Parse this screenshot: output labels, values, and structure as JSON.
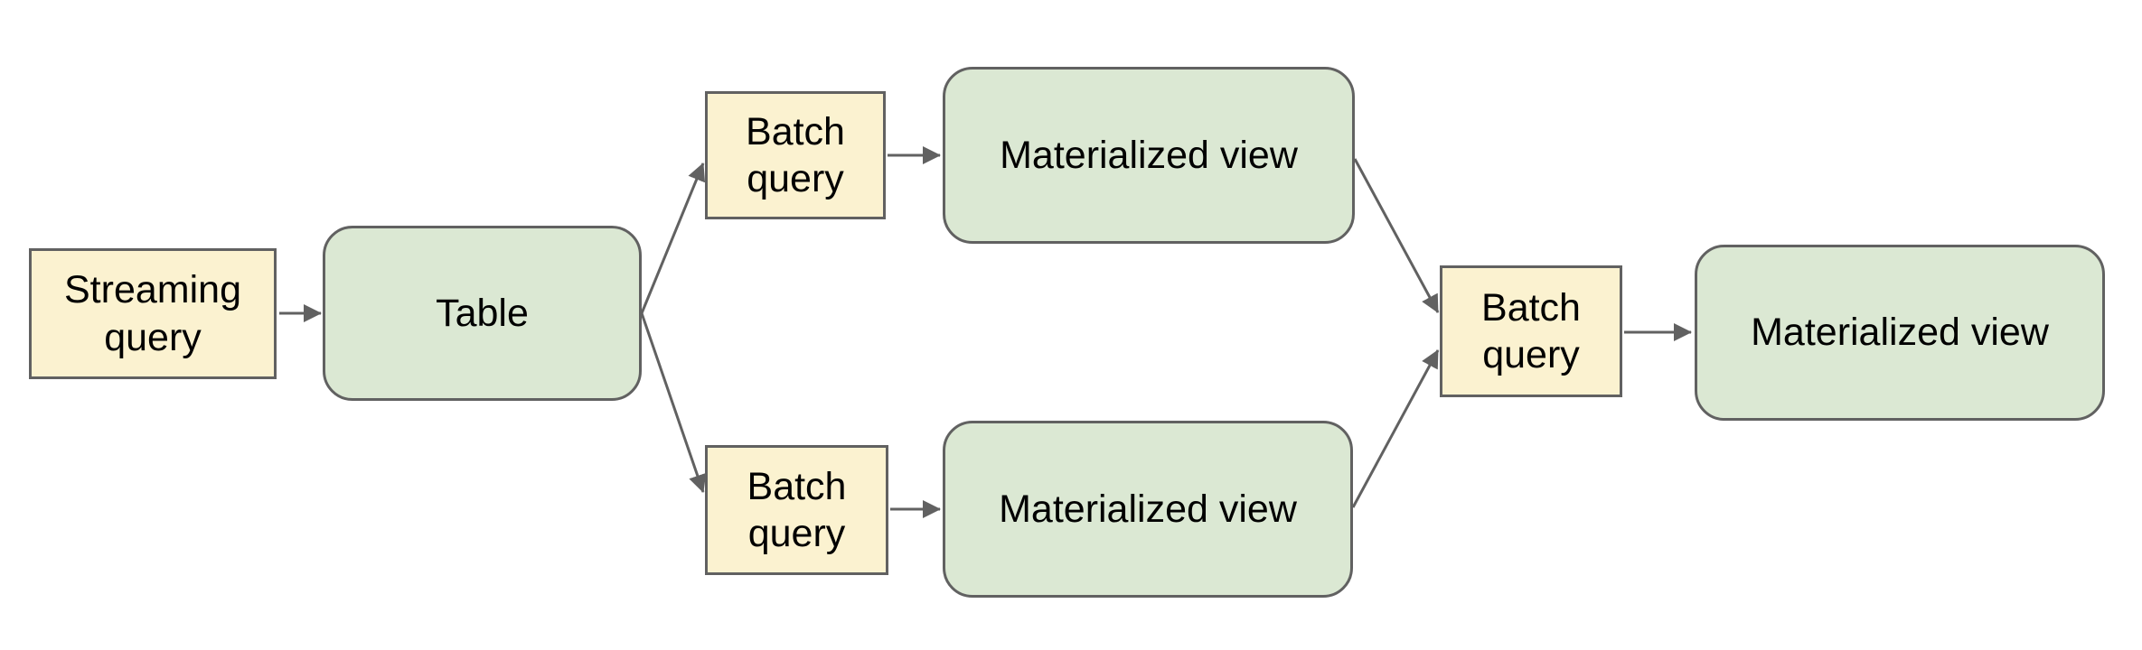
{
  "diagram": {
    "colors": {
      "background": "#ffffff",
      "yellow_fill": "#fbf2d0",
      "green_fill": "#dbe8d3",
      "stroke": "#616161",
      "text": "#000000"
    },
    "nodes": [
      {
        "id": "streaming-query",
        "label": "Streaming query",
        "shape": "rectangle",
        "fill": "yellow"
      },
      {
        "id": "table",
        "label": "Table",
        "shape": "rounded-rectangle",
        "fill": "green"
      },
      {
        "id": "batch-query-top",
        "label": "Batch query",
        "shape": "rectangle",
        "fill": "yellow"
      },
      {
        "id": "materialized-view-top",
        "label": "Materialized view",
        "shape": "rounded-rectangle",
        "fill": "green"
      },
      {
        "id": "batch-query-bottom",
        "label": "Batch query",
        "shape": "rectangle",
        "fill": "yellow"
      },
      {
        "id": "materialized-view-bottom",
        "label": "Materialized view",
        "shape": "rounded-rectangle",
        "fill": "green"
      },
      {
        "id": "batch-query-right",
        "label": "Batch query",
        "shape": "rectangle",
        "fill": "yellow"
      },
      {
        "id": "materialized-view-right",
        "label": "Materialized view",
        "shape": "rounded-rectangle",
        "fill": "green"
      }
    ],
    "edges": [
      {
        "from": "streaming-query",
        "to": "table"
      },
      {
        "from": "table",
        "to": "batch-query-top"
      },
      {
        "from": "table",
        "to": "batch-query-bottom"
      },
      {
        "from": "batch-query-top",
        "to": "materialized-view-top"
      },
      {
        "from": "batch-query-bottom",
        "to": "materialized-view-bottom"
      },
      {
        "from": "materialized-view-top",
        "to": "batch-query-right"
      },
      {
        "from": "materialized-view-bottom",
        "to": "batch-query-right"
      },
      {
        "from": "batch-query-right",
        "to": "materialized-view-right"
      }
    ]
  }
}
